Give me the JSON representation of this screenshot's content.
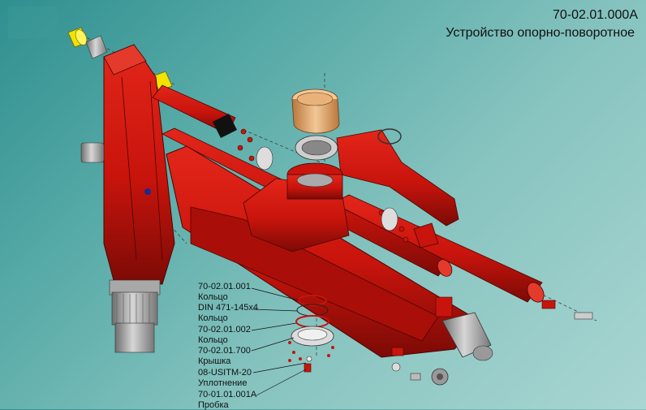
{
  "header": {
    "code": "70-02.01.000A",
    "name": "Устройство опорно-поворотное"
  },
  "callouts": [
    {
      "id": "c1",
      "code": "70-02.01.001",
      "name": "Кольцо"
    },
    {
      "id": "c2",
      "code": "DIN 471-145x4",
      "name": "Кольцо"
    },
    {
      "id": "c3",
      "code": "70-02.01.002",
      "name": "Кольцо"
    },
    {
      "id": "c4",
      "code": "70-02.01.700",
      "name": "Крышка"
    },
    {
      "id": "c5",
      "code": "08-USITM-20",
      "name": "Уплотнение"
    },
    {
      "id": "c6",
      "code": "70-01.01.001A",
      "name": "Пробка"
    }
  ],
  "colors": {
    "part_red": "#c8140c",
    "part_red_dark": "#7c0a06",
    "bronze": "#e0a56c",
    "yellow": "#f2e200",
    "steel": "#b8b8b8"
  }
}
